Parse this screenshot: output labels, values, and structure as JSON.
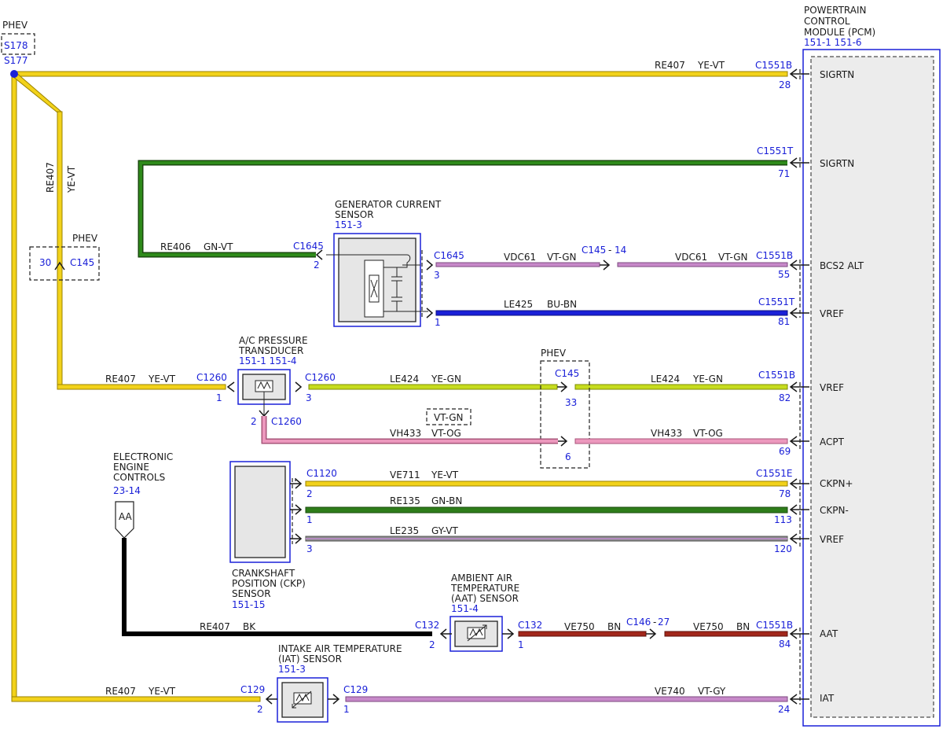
{
  "pcm": {
    "title_lines": [
      "POWERTRAIN",
      "CONTROL",
      "MODULE (PCM)"
    ],
    "ref": "151-1 151-6",
    "pins": [
      {
        "id": "sigrtn1",
        "name": "SIGRTN"
      },
      {
        "id": "sigrtn2",
        "name": "SIGRTN"
      },
      {
        "id": "bcs2",
        "name": "BCS2 ALT"
      },
      {
        "id": "vref1",
        "name": "VREF"
      },
      {
        "id": "vref2",
        "name": "VREF"
      },
      {
        "id": "acpt",
        "name": "ACPT"
      },
      {
        "id": "ckpnp",
        "name": "CKPN+"
      },
      {
        "id": "ckpnm",
        "name": "CKPN-"
      },
      {
        "id": "vref3",
        "name": "VREF"
      },
      {
        "id": "aat",
        "name": "AAT"
      },
      {
        "id": "iat",
        "name": "IAT"
      }
    ]
  },
  "splice": {
    "phev": "PHEV",
    "s178": "S178",
    "s177": "S177"
  },
  "phev_c145_top": {
    "label": "PHEV",
    "pin": "30",
    "conn": "C145"
  },
  "phev_c145_mid": {
    "label": "PHEV",
    "conn": "C145",
    "pin_a": "33",
    "pin_b": "6"
  },
  "vertical_wire": {
    "circuit": "RE407",
    "color": "YE-VT"
  },
  "components": {
    "gen_current": {
      "lines": [
        "GENERATOR CURRENT",
        "SENSOR"
      ],
      "ref": "151-3"
    },
    "ac_pressure": {
      "lines": [
        "A/C PRESSURE",
        "TRANSDUCER"
      ],
      "ref": "151-1 151-4"
    },
    "electronic": {
      "lines": [
        "ELECTRONIC",
        "ENGINE",
        "CONTROLS"
      ],
      "ref": "23-14",
      "tag": "AA"
    },
    "ckp": {
      "lines": [
        "CRANKSHAFT",
        "POSITION (CKP)",
        "SENSOR"
      ],
      "ref": "151-15"
    },
    "aat": {
      "lines": [
        "AMBIENT AIR",
        "TEMPERATURE",
        "(AAT) SENSOR"
      ],
      "ref": "151-4"
    },
    "iat": {
      "lines": [
        "INTAKE AIR TEMPERATURE",
        "(IAT) SENSOR"
      ],
      "ref": "151-3"
    }
  },
  "wires": {
    "w1": {
      "circuit": "RE407",
      "color": "YE-VT",
      "conn": "C1551B",
      "pin": "28"
    },
    "w2": {
      "conn": "C1551T",
      "pin": "71"
    },
    "w3": {
      "circuit": "RE406",
      "color": "GN-VT",
      "conn": "C1645",
      "pin": "2"
    },
    "w4a": {
      "circuit": "VDC61",
      "color": "VT-GN",
      "conn": "C1645",
      "pin": "3"
    },
    "w4b": {
      "circuit": "VDC61",
      "color": "VT-GN",
      "conn": "C1551B",
      "pin": "55",
      "inline": "C145",
      "inline_pin": "14"
    },
    "w5": {
      "circuit": "LE425",
      "color": "BU-BN",
      "conn": "C1551T",
      "pin": "81",
      "src_pin": "1"
    },
    "w6": {
      "circuit": "RE407",
      "color": "YE-VT",
      "conn": "C1260",
      "pin": "1"
    },
    "w7a": {
      "circuit": "LE424",
      "color": "YE-GN",
      "conn": "C1260",
      "pin": "3"
    },
    "w7b": {
      "circuit": "LE424",
      "color": "YE-GN",
      "conn": "C1551B",
      "pin": "82"
    },
    "w8a": {
      "circuit": "VH433",
      "color": "VT-OG",
      "conn": "C1260",
      "pin": "2",
      "alt_color": "VT-GN"
    },
    "w8b": {
      "circuit": "VH433",
      "color": "VT-OG",
      "pin": "69"
    },
    "w9": {
      "circuit": "VE711",
      "color": "YE-VT",
      "conn": "C1120",
      "src_pin": "2",
      "pcm_conn": "C1551E",
      "pin": "78"
    },
    "w10": {
      "circuit": "RE135",
      "color": "GN-BN",
      "src_pin": "1",
      "pin": "113"
    },
    "w11": {
      "circuit": "LE235",
      "color": "GY-VT",
      "src_pin": "3",
      "pin": "120"
    },
    "w12": {
      "circuit": "RE407",
      "color": "BK",
      "conn": "C132",
      "pin": "2"
    },
    "w13": {
      "circuit": "VE750",
      "color": "BN",
      "conn": "C132",
      "src_pin": "1",
      "inline": "C146",
      "inline_pin": "27"
    },
    "w13b": {
      "circuit": "VE750",
      "color": "BN",
      "conn": "C1551B",
      "pin": "84"
    },
    "w14": {
      "circuit": "RE407",
      "color": "YE-VT",
      "conn": "C129",
      "pin": "2"
    },
    "w15": {
      "circuit": "VE740",
      "color": "VT-GY",
      "conn": "C129",
      "src_pin": "1",
      "pin": "24"
    }
  },
  "wire_colors": {
    "yellow": "#f2d21a",
    "yellow_edge": "#b59a00",
    "green": "#2e7d1a",
    "green_edge": "#1a4a0e",
    "violet": "#c789c9",
    "violet_edge": "#7e4a80",
    "blue": "#1a20d8",
    "yellow_green": "#c6dc1e",
    "pink": "#e98fb5",
    "gray": "#8c8c8c",
    "darkred": "#a2271b"
  }
}
